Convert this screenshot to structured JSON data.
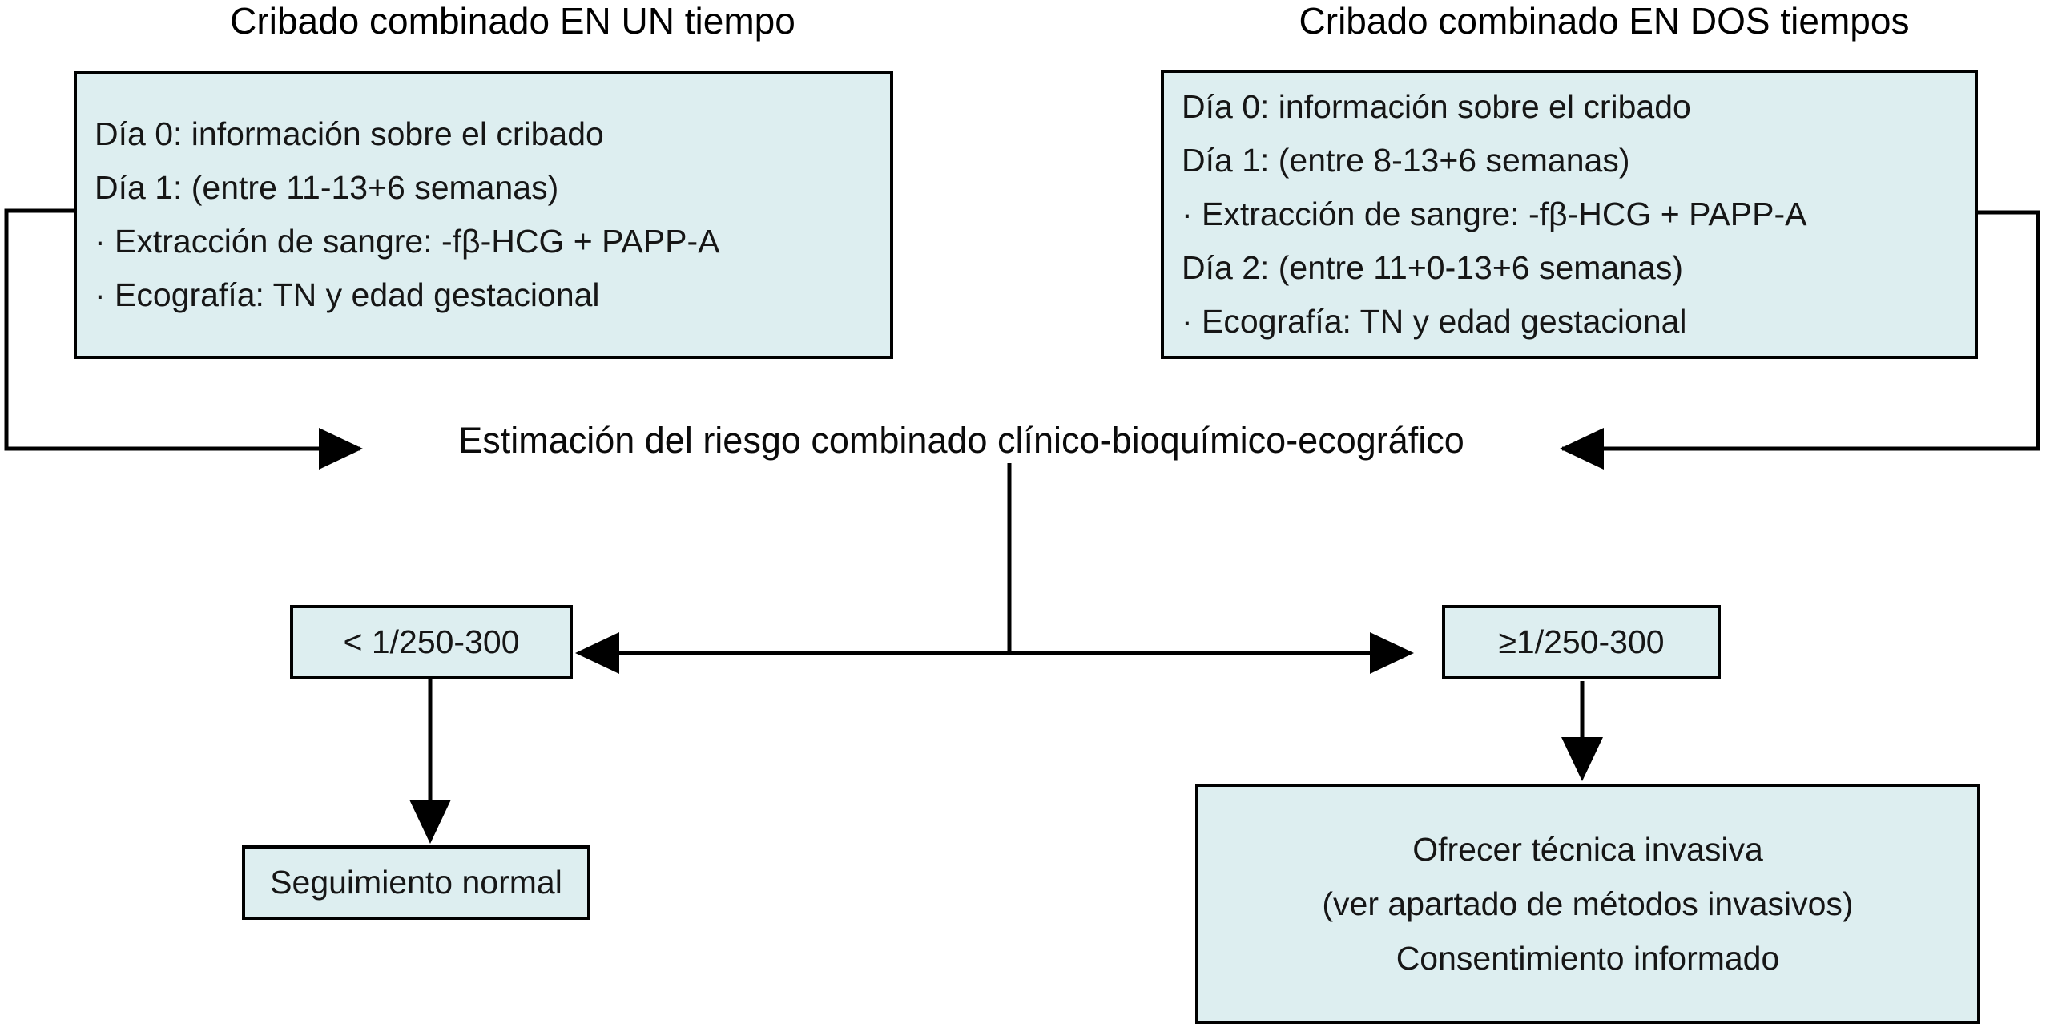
{
  "figure": {
    "left_branch": {
      "title": "Cribado combinado EN UN tiempo",
      "box_lines": [
        "Día 0: información sobre el cribado",
        "Día 1: (entre 11-13+6 semanas)",
        "· Extracción de sangre: -fβ-HCG + PAPP-A",
        "· Ecografía: TN y edad gestacional"
      ]
    },
    "right_branch": {
      "title": "Cribado combinado EN DOS tiempos",
      "box_lines": [
        "Día 0: información sobre el cribado",
        "Día 1: (entre 8-13+6 semanas)",
        "· Extracción de sangre: -fβ-HCG + PAPP-A",
        "Día 2: (entre 11+0-13+6 semanas)",
        "· Ecografía: TN y edad gestacional"
      ]
    },
    "estimation_label": "Estimación del riesgo combinado clínico-bioquímico-ecográfico",
    "low_risk_label": "< 1/250-300",
    "high_risk_label": "≥1/250-300",
    "normal_followup_label": "Seguimiento normal",
    "invasive_box_lines": [
      "Ofrecer técnica invasiva",
      "(ver apartado de métodos invasivos)",
      "Consentimiento informado"
    ],
    "colors": {
      "box_fill": "#ddeef0",
      "box_border": "#000000",
      "connector": "#000000",
      "background": "#ffffff",
      "text": "#161616"
    }
  }
}
